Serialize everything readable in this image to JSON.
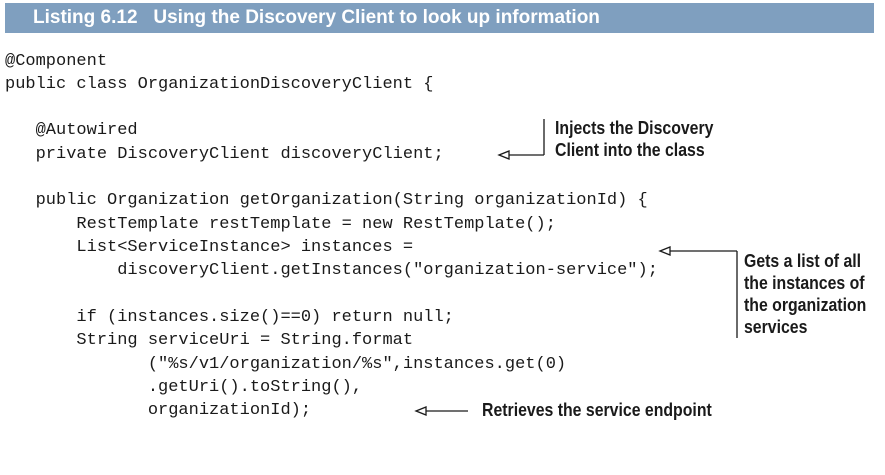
{
  "listing": {
    "label": "Listing 6.12",
    "title": "Using the Discovery Client to look up information"
  },
  "code_lines": [
    "@Component",
    "public class OrganizationDiscoveryClient {",
    "   @Autowired",
    "   private DiscoveryClient discoveryClient;",
    "   public Organization getOrganization(String organizationId) {",
    "       RestTemplate restTemplate = new RestTemplate();",
    "       List<ServiceInstance> instances =",
    "           discoveryClient.getInstances(\"organization-service\");",
    "       if (instances.size()==0) return null;",
    "       String serviceUri = String.format",
    "              (\"%s/v1/organization/%s\",instances.get(0)",
    "              .getUri().toString(),",
    "              organizationId);"
  ],
  "annotations": {
    "discovery_client": [
      "Injects the Discovery",
      "Client into the class"
    ],
    "instances": [
      "Gets a list of all",
      "the instances of",
      "the organization",
      "services"
    ],
    "endpoint": [
      "Retrieves the service endpoint"
    ]
  }
}
